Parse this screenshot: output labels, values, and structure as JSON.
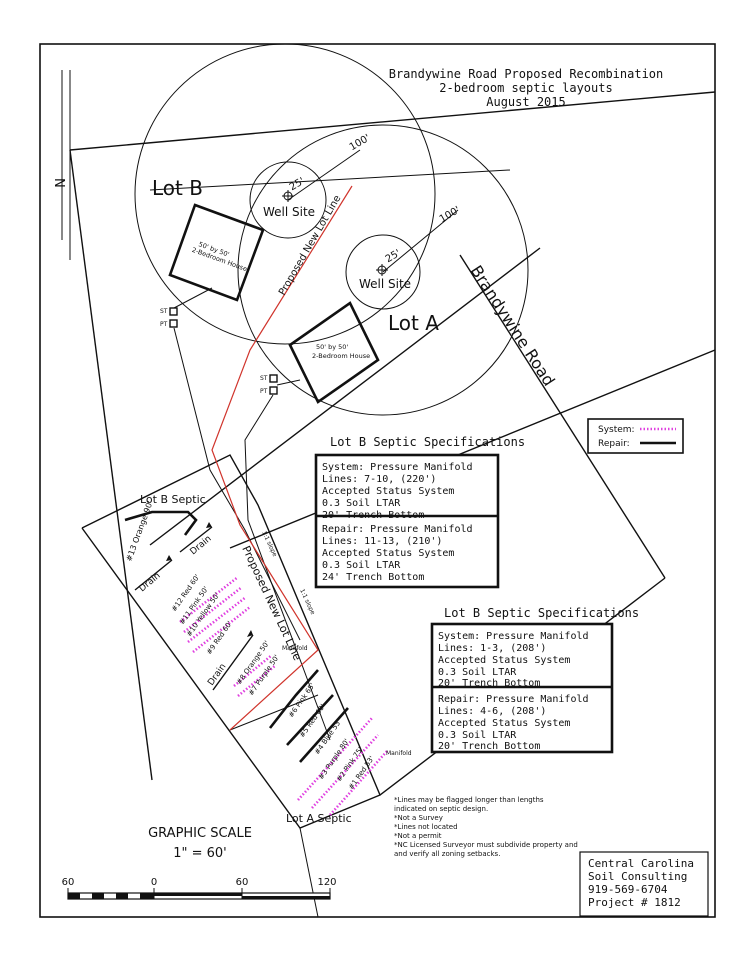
{
  "title": {
    "line1": "Brandywine Road Proposed Recombination",
    "line2": "2-bedroom septic layouts",
    "line3": "August 2015"
  },
  "north_arrow": "N",
  "lots": {
    "lot_b": "Lot B",
    "lot_a": "Lot A",
    "lot_b_septic": "Lot B Septic",
    "lot_a_septic": "Lot A Septic"
  },
  "road_label": "Brandywine Road",
  "wells": {
    "label": "Well Site",
    "radius_small": "25'",
    "radius_large": "100'"
  },
  "houses": {
    "lot_b": {
      "line1": "50' by 50'",
      "line2": "2-Bedroom House"
    },
    "lot_a": {
      "line1": "50' by 50'",
      "line2": "2-Bedroom House"
    }
  },
  "tank_labels": {
    "st": "ST",
    "pt": "PT"
  },
  "proposed_line": "Proposed New Lot Line",
  "small_label": "1:1 slope",
  "drain_label": "Drain",
  "manifold_label": "Manifold",
  "septic_lines_upper": [
    "#13 Orange 90'",
    "#12 Red 60'",
    "#11 Pink 50'",
    "#10 Yellow 50'",
    "#9 Red 60'",
    "#8 Orange 50'",
    "#7 Purple 50'"
  ],
  "septic_lines_lower": [
    "#6 Pink 65'",
    "#5 Red 60'",
    "#4 Blue 53'",
    "#3 Purple 80'",
    "#2 Pink 75'",
    "#1 Red 53'"
  ],
  "legend": {
    "system": "System:",
    "repair": "Repair:",
    "colors": {
      "system": "#e040e0",
      "repair": "#111111",
      "proposed_line": "#d0342c"
    }
  },
  "spec_box_1": {
    "heading": "Lot B Septic Specifications",
    "system": [
      "System:  Pressure Manifold",
      "Lines: 7-10, (220')",
      "Accepted Status System",
      "0.3 Soil LTAR",
      "20' Trench Bottom"
    ],
    "repair": [
      "Repair:  Pressure Manifold",
      "Lines: 11-13, (210')",
      "Accepted Status System",
      "0.3 Soil LTAR",
      "24' Trench Bottom"
    ]
  },
  "spec_box_2": {
    "heading": "Lot B Septic Specifications",
    "system": [
      "System:  Pressure Manifold",
      "Lines: 1-3, (208')",
      "Accepted Status System",
      "0.3 Soil LTAR",
      "20' Trench Bottom"
    ],
    "repair": [
      "Repair:  Pressure Manifold",
      "Lines: 4-6, (208')",
      "Accepted Status System",
      "0.3 Soil LTAR",
      "20' Trench Bottom"
    ]
  },
  "notes": [
    "*Lines may be flagged longer than lengths",
    "indicated on septic design.",
    "*Not a Survey",
    "*Lines not located",
    "*Not a permit",
    "*NC Licensed Surveyor must subdivide property and",
    "and verify all zoning setbacks."
  ],
  "scale": {
    "title": "GRAPHIC SCALE",
    "ratio": "1\" = 60'",
    "ticks": [
      "60",
      "0",
      "60",
      "120"
    ]
  },
  "company": {
    "line1": "Central Carolina",
    "line2": "Soil Consulting",
    "line3": "919-569-6704",
    "line4": "Project # 1812"
  }
}
